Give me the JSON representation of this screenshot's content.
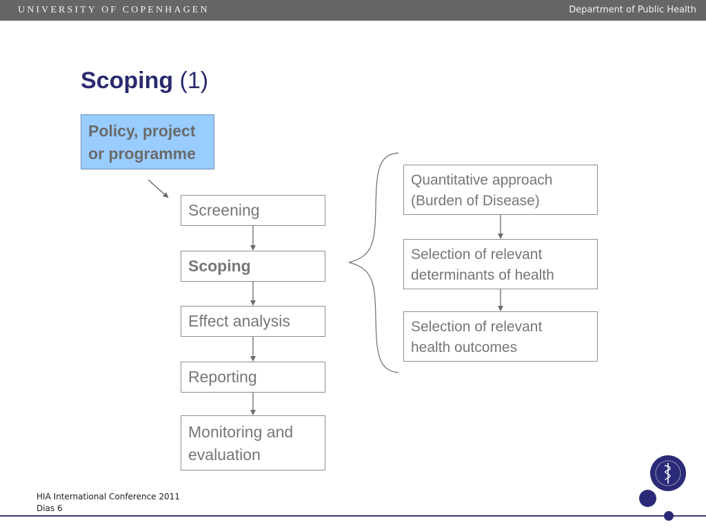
{
  "header": {
    "university": "UNIVERSITY OF COPENHAGEN",
    "department": "Department of Public Health"
  },
  "slide": {
    "title_bold": "Scoping",
    "title_rest": " (1)"
  },
  "diagram": {
    "input_box": {
      "line1": "Policy, project",
      "line2": "or programme"
    },
    "steps": [
      {
        "label": "Screening"
      },
      {
        "label": "Scoping"
      },
      {
        "label": "Effect analysis"
      },
      {
        "label": "Reporting"
      },
      {
        "line1": "Monitoring and",
        "line2": "evaluation"
      }
    ],
    "scoping_details": [
      {
        "line1": "Quantitative approach",
        "line2": "(Burden of Disease)"
      },
      {
        "line1": "Selection of relevant",
        "line2": "determinants of health"
      },
      {
        "line1": "Selection of relevant",
        "line2": "health outcomes"
      }
    ]
  },
  "footer": {
    "conference": "HIA International Conference 2011",
    "slide_number": "Dias 6"
  },
  "colors": {
    "header_bg": "#666666",
    "title": "#2a2a6e",
    "policy_box_fill": "#99ccff",
    "box_border": "#8c8c8c",
    "accent_dots": "#2a2a78"
  }
}
